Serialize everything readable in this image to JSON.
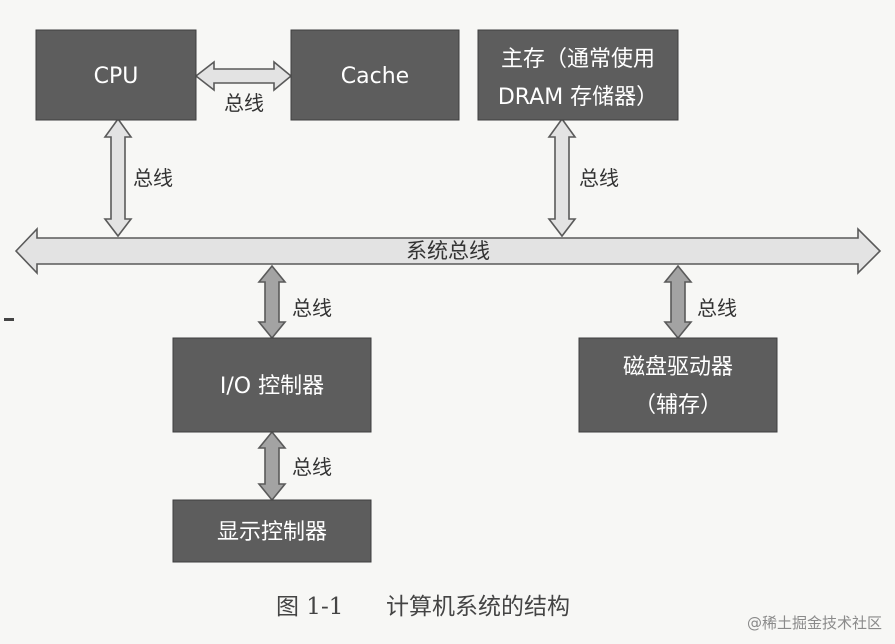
{
  "nodes": {
    "cpu": "CPU",
    "cache": "Cache",
    "main_memory_line1": "主存（通常使用",
    "main_memory_line2": "DRAM 存储器）",
    "io_controller": "I/O 控制器",
    "disk_drive_line1": "磁盘驱动器",
    "disk_drive_line2": "（辅存）",
    "display_controller": "显示控制器"
  },
  "labels": {
    "bus": "总线",
    "system_bus": "系统总线"
  },
  "caption": {
    "figure_number": "图 1-1",
    "title": "计算机系统的结构"
  },
  "watermark": "@稀土掘金技术社区",
  "colors": {
    "box_fill": "#5d5d5d",
    "arrow_fill": "#e3e3e3",
    "background": "#f7f7f5"
  }
}
